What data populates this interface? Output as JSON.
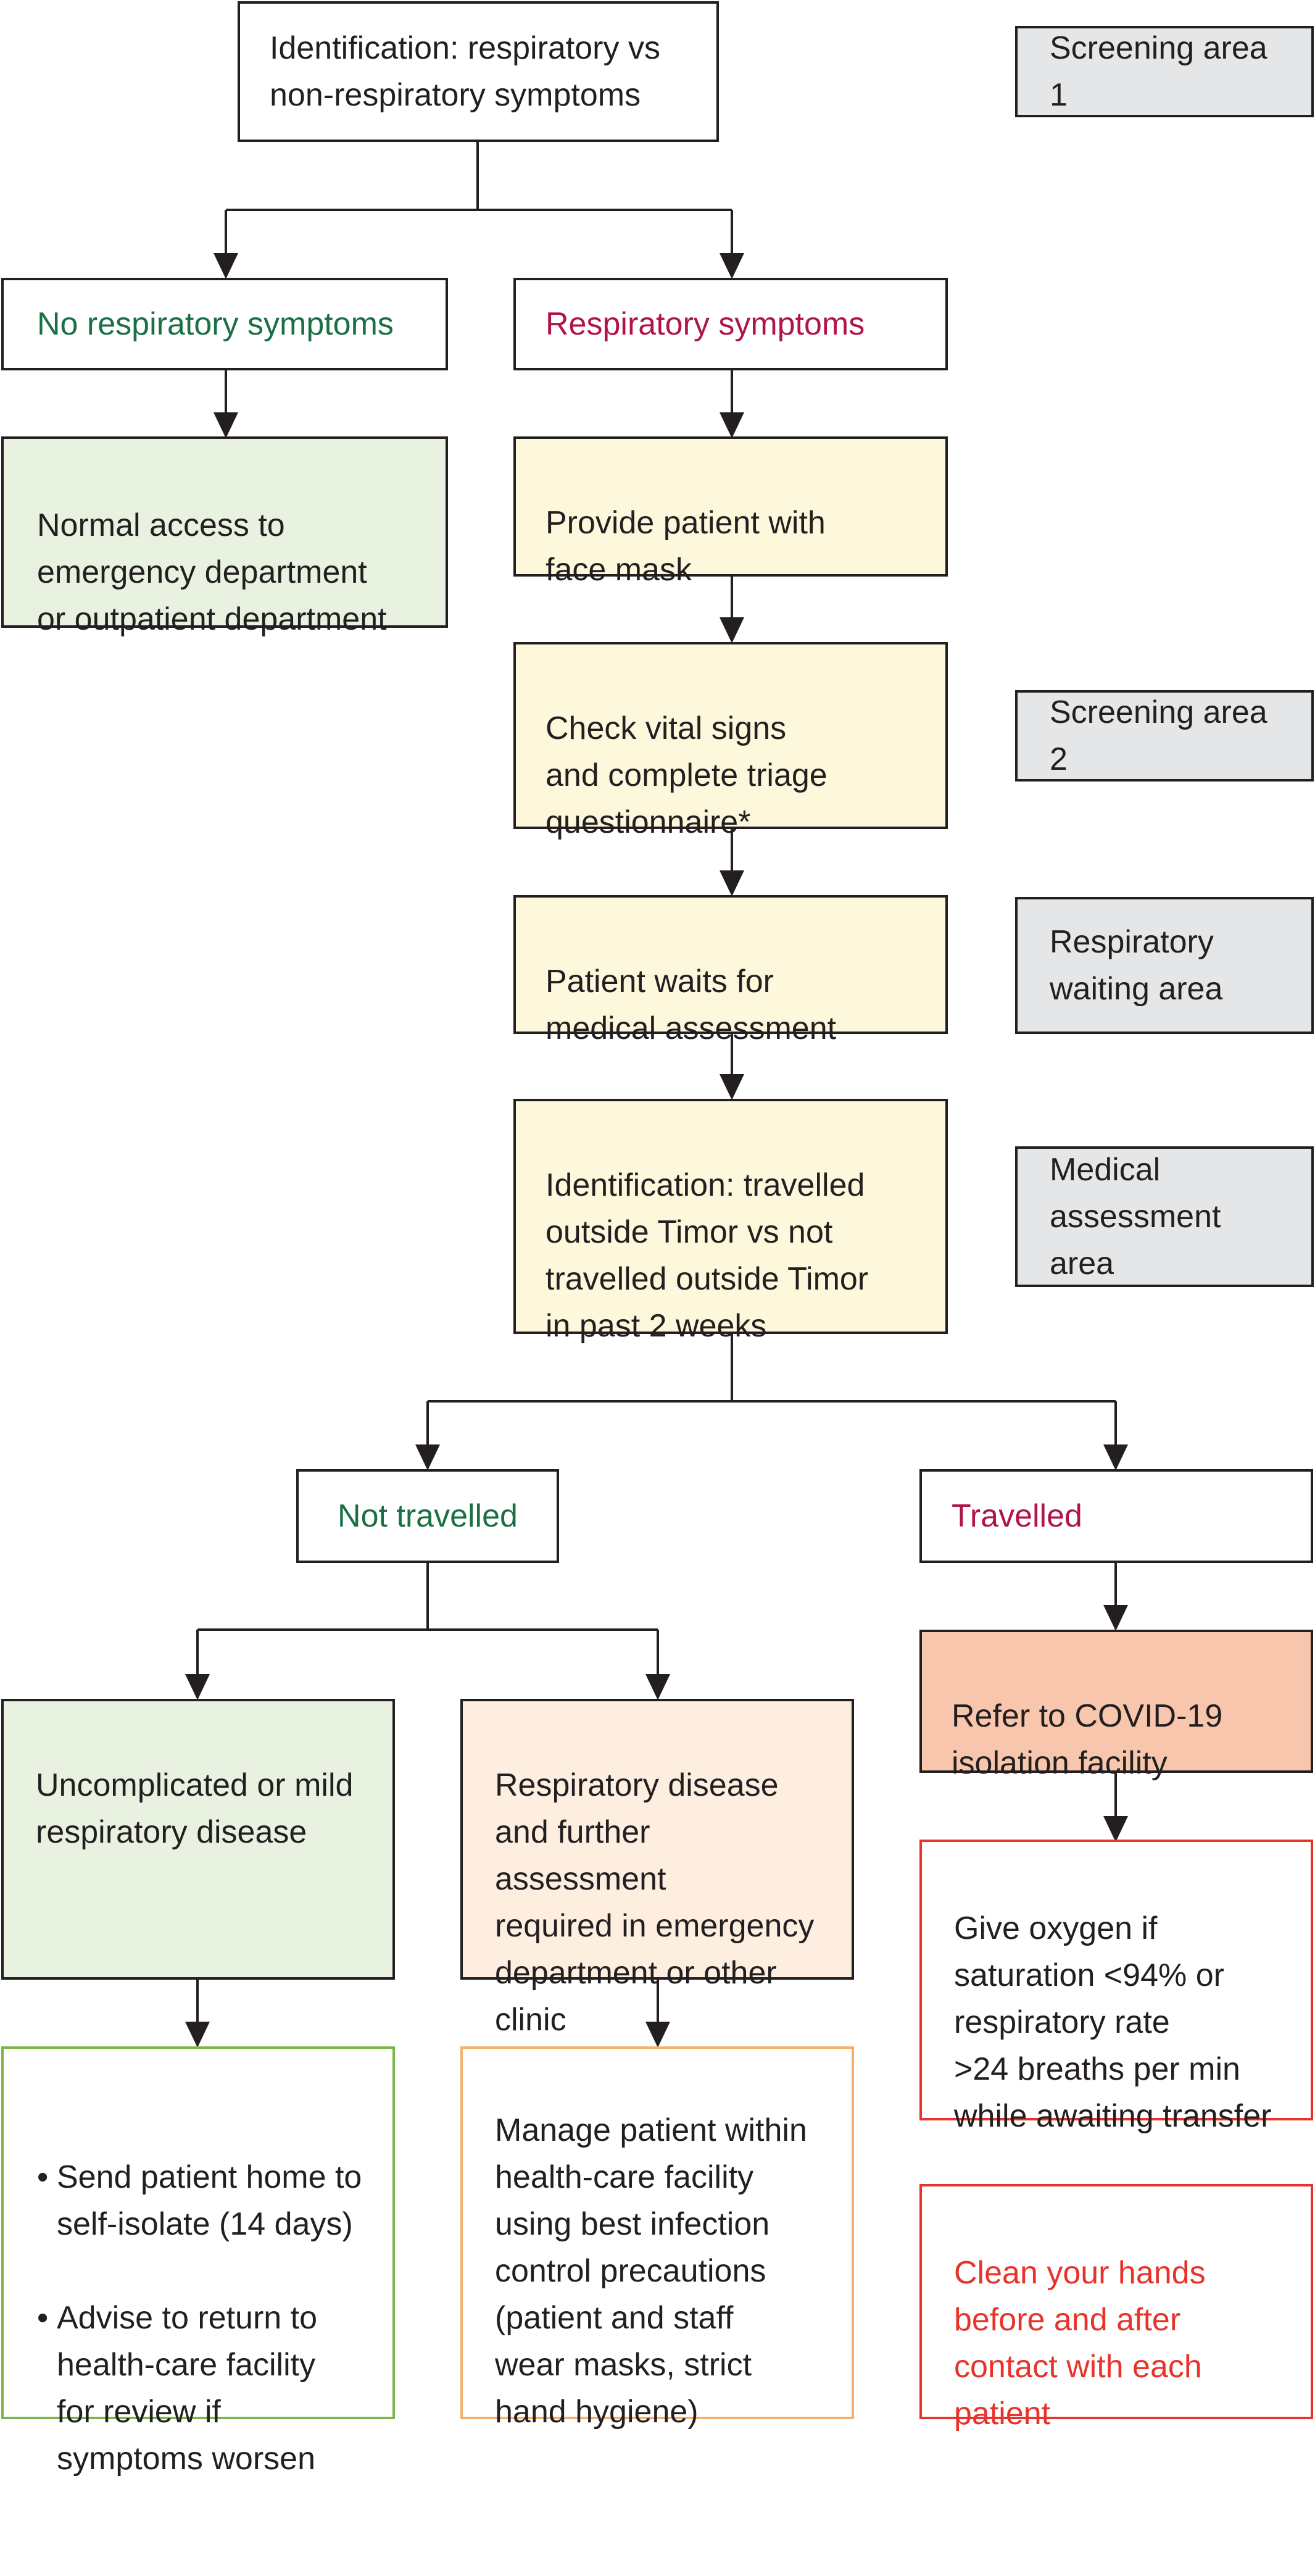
{
  "colors": {
    "line": "#231f20",
    "green_text": "#1a7043",
    "magenta_text": "#b0154a",
    "red_text": "#e8332b",
    "green_fill": "#e9f2e1",
    "yellow_fill": "#fdf7dc",
    "peach_fill": "#fdeee0",
    "salmon_fill": "#f8c6ad",
    "gray_fill": "#e5e6e8"
  },
  "areas": {
    "screening_1": "Screening area 1",
    "screening_2": "Screening area 2",
    "respiratory_waiting": "Respiratory\nwaiting area",
    "medical_assessment": "Medical\nassessment area"
  },
  "nodes": {
    "identification_symptoms": "Identification: respiratory vs\nnon-respiratory symptoms",
    "no_respiratory": "No respiratory symptoms",
    "respiratory": "Respiratory symptoms",
    "normal_access": "Normal access to\nemergency department\nor outpatient department",
    "face_mask": "Provide patient with\nface mask",
    "vital_signs": "Check vital signs\nand complete triage\nquestionnaire*",
    "waits": "Patient waits for\nmedical assessment",
    "identification_travel": "Identification: travelled\noutside Timor vs not\ntravelled outside Timor\nin past 2 weeks",
    "not_travelled": "Not travelled",
    "travelled": "Travelled",
    "uncomplicated": "Uncomplicated or mild\nrespiratory disease",
    "respiratory_disease": "Respiratory disease\nand further assessment\nrequired in emergency\ndepartment or other\nclinic",
    "refer_isolation": "Refer to COVID-19\nisolation facility",
    "home_isolate": [
      "Send patient home to\nself-isolate (14 days)",
      "Advise to return to\nhealth-care facility\nfor review if\nsymptoms worsen"
    ],
    "manage_patient": "Manage patient within\nhealth-care facility\nusing best infection\ncontrol precautions\n(patient and staff\nwear masks, strict\nhand hygiene)",
    "give_oxygen": "Give oxygen if\nsaturation <94% or\nrespiratory rate\n>24 breaths per min\nwhile awaiting transfer",
    "clean_hands": "Clean your hands\nbefore and after\ncontact with each\npatient"
  }
}
